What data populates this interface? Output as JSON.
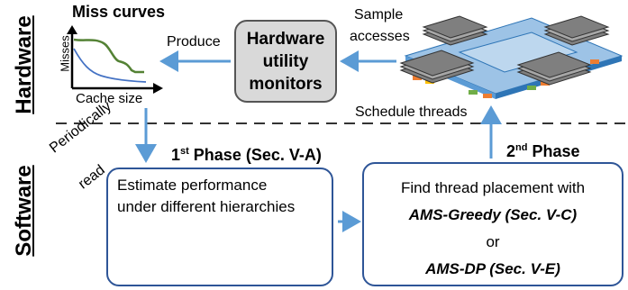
{
  "side_labels": {
    "hardware": "Hardware",
    "software": "Software"
  },
  "miss_curves": {
    "title": "Miss curves",
    "y_label": "Misses",
    "x_label": "Cache size"
  },
  "hw_monitor": {
    "line1": "Hardware",
    "line2": "utility",
    "line3": "monitors"
  },
  "arrows": {
    "produce": "Produce",
    "sample_line1": "Sample",
    "sample_line2": "accesses",
    "schedule": "Schedule threads",
    "periodic_line1": "Periodically",
    "periodic_line2": "read"
  },
  "phase1": {
    "prefix": "1",
    "sup": "st",
    "rest": " Phase (Sec. V-A)"
  },
  "phase2": {
    "prefix": "2",
    "sup": "nd",
    "rest": "  Phase"
  },
  "estimate_box": {
    "line1": "Estimate performance",
    "line2": "under different hierarchies"
  },
  "placement_box": {
    "line1": "Find thread placement with",
    "line2": "AMS-Greedy (Sec. V-C)",
    "line3": "or",
    "line4": "AMS-DP (Sec. V-E)"
  },
  "colors": {
    "arrow": "#5b9bd5",
    "box_border": "#2e5597",
    "green": "#548235",
    "blue": "#4472c4",
    "red": "#c00000",
    "purple": "#7030a0"
  }
}
